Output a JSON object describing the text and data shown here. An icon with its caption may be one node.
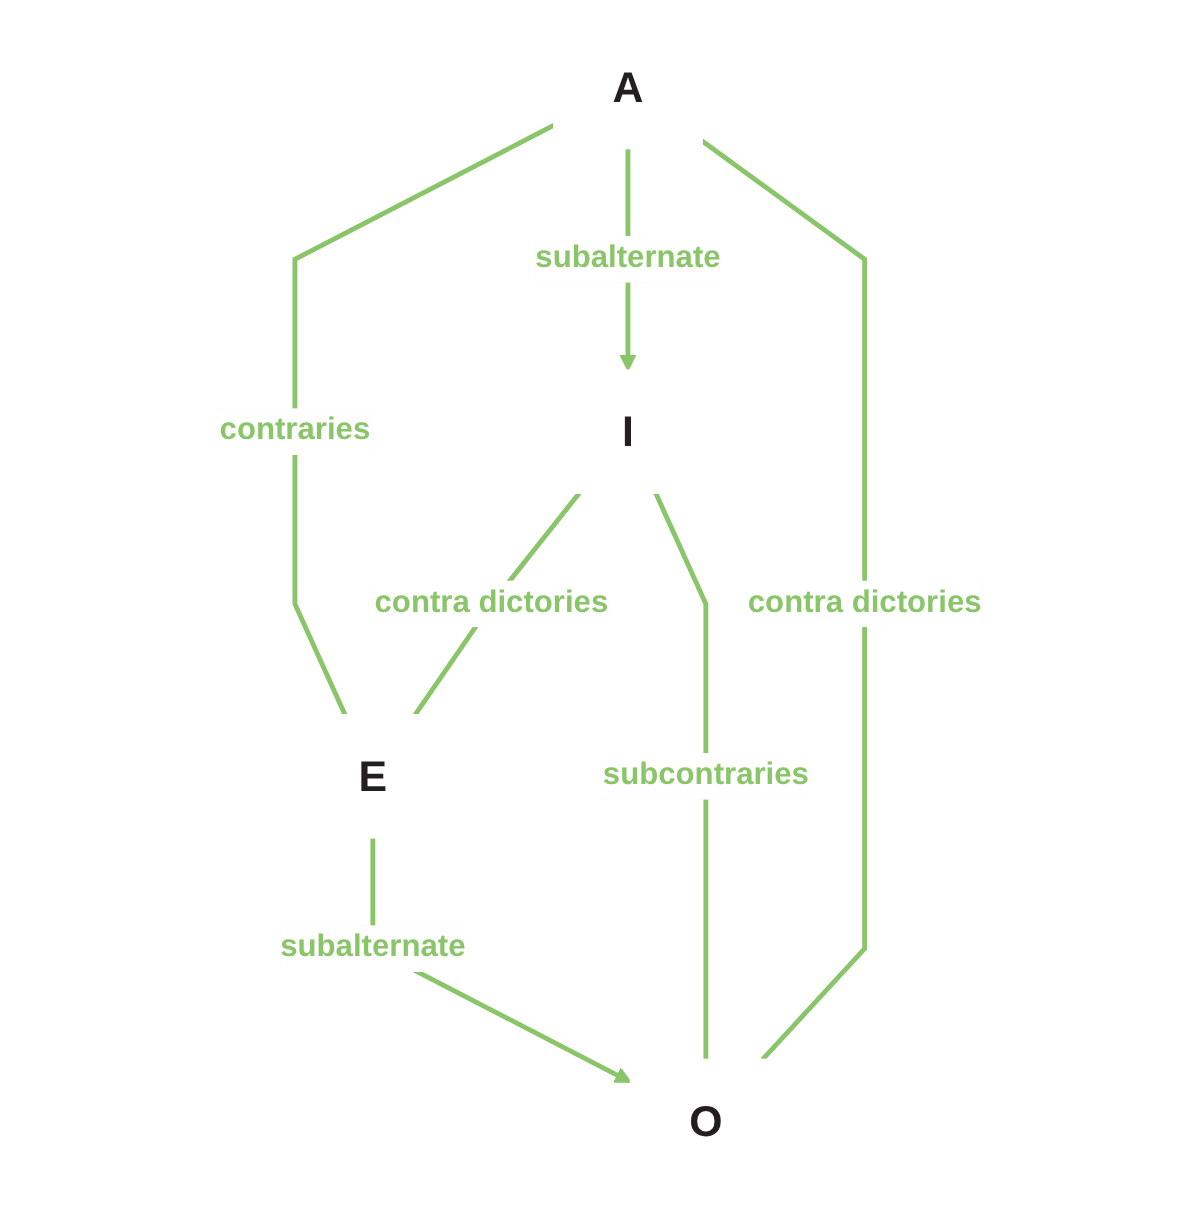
{
  "diagram": {
    "nodes": [
      {
        "text": [
          "A"
        ]
      },
      {
        "text": [
          "E"
        ]
      },
      {
        "text": [
          "I"
        ]
      },
      {
        "text": [
          "O"
        ]
      }
    ],
    "edges": [
      {
        "from": 0,
        "to": 1,
        "arrow": "none",
        "label": "contraries"
      },
      {
        "from": 0,
        "to": 2,
        "arrow": "to",
        "label": "subalternate"
      },
      {
        "from": 1,
        "to": 3,
        "arrow": "to",
        "label": "subalternate"
      },
      {
        "from": 0,
        "to": 3,
        "arrow": "none",
        "label": "contra dictories"
      },
      {
        "from": 2,
        "to": 1,
        "arrow": "none",
        "label": "contra dictories"
      },
      {
        "from": 2,
        "to": 3,
        "arrow": "none",
        "label": "subcontraries"
      }
    ]
  }
}
